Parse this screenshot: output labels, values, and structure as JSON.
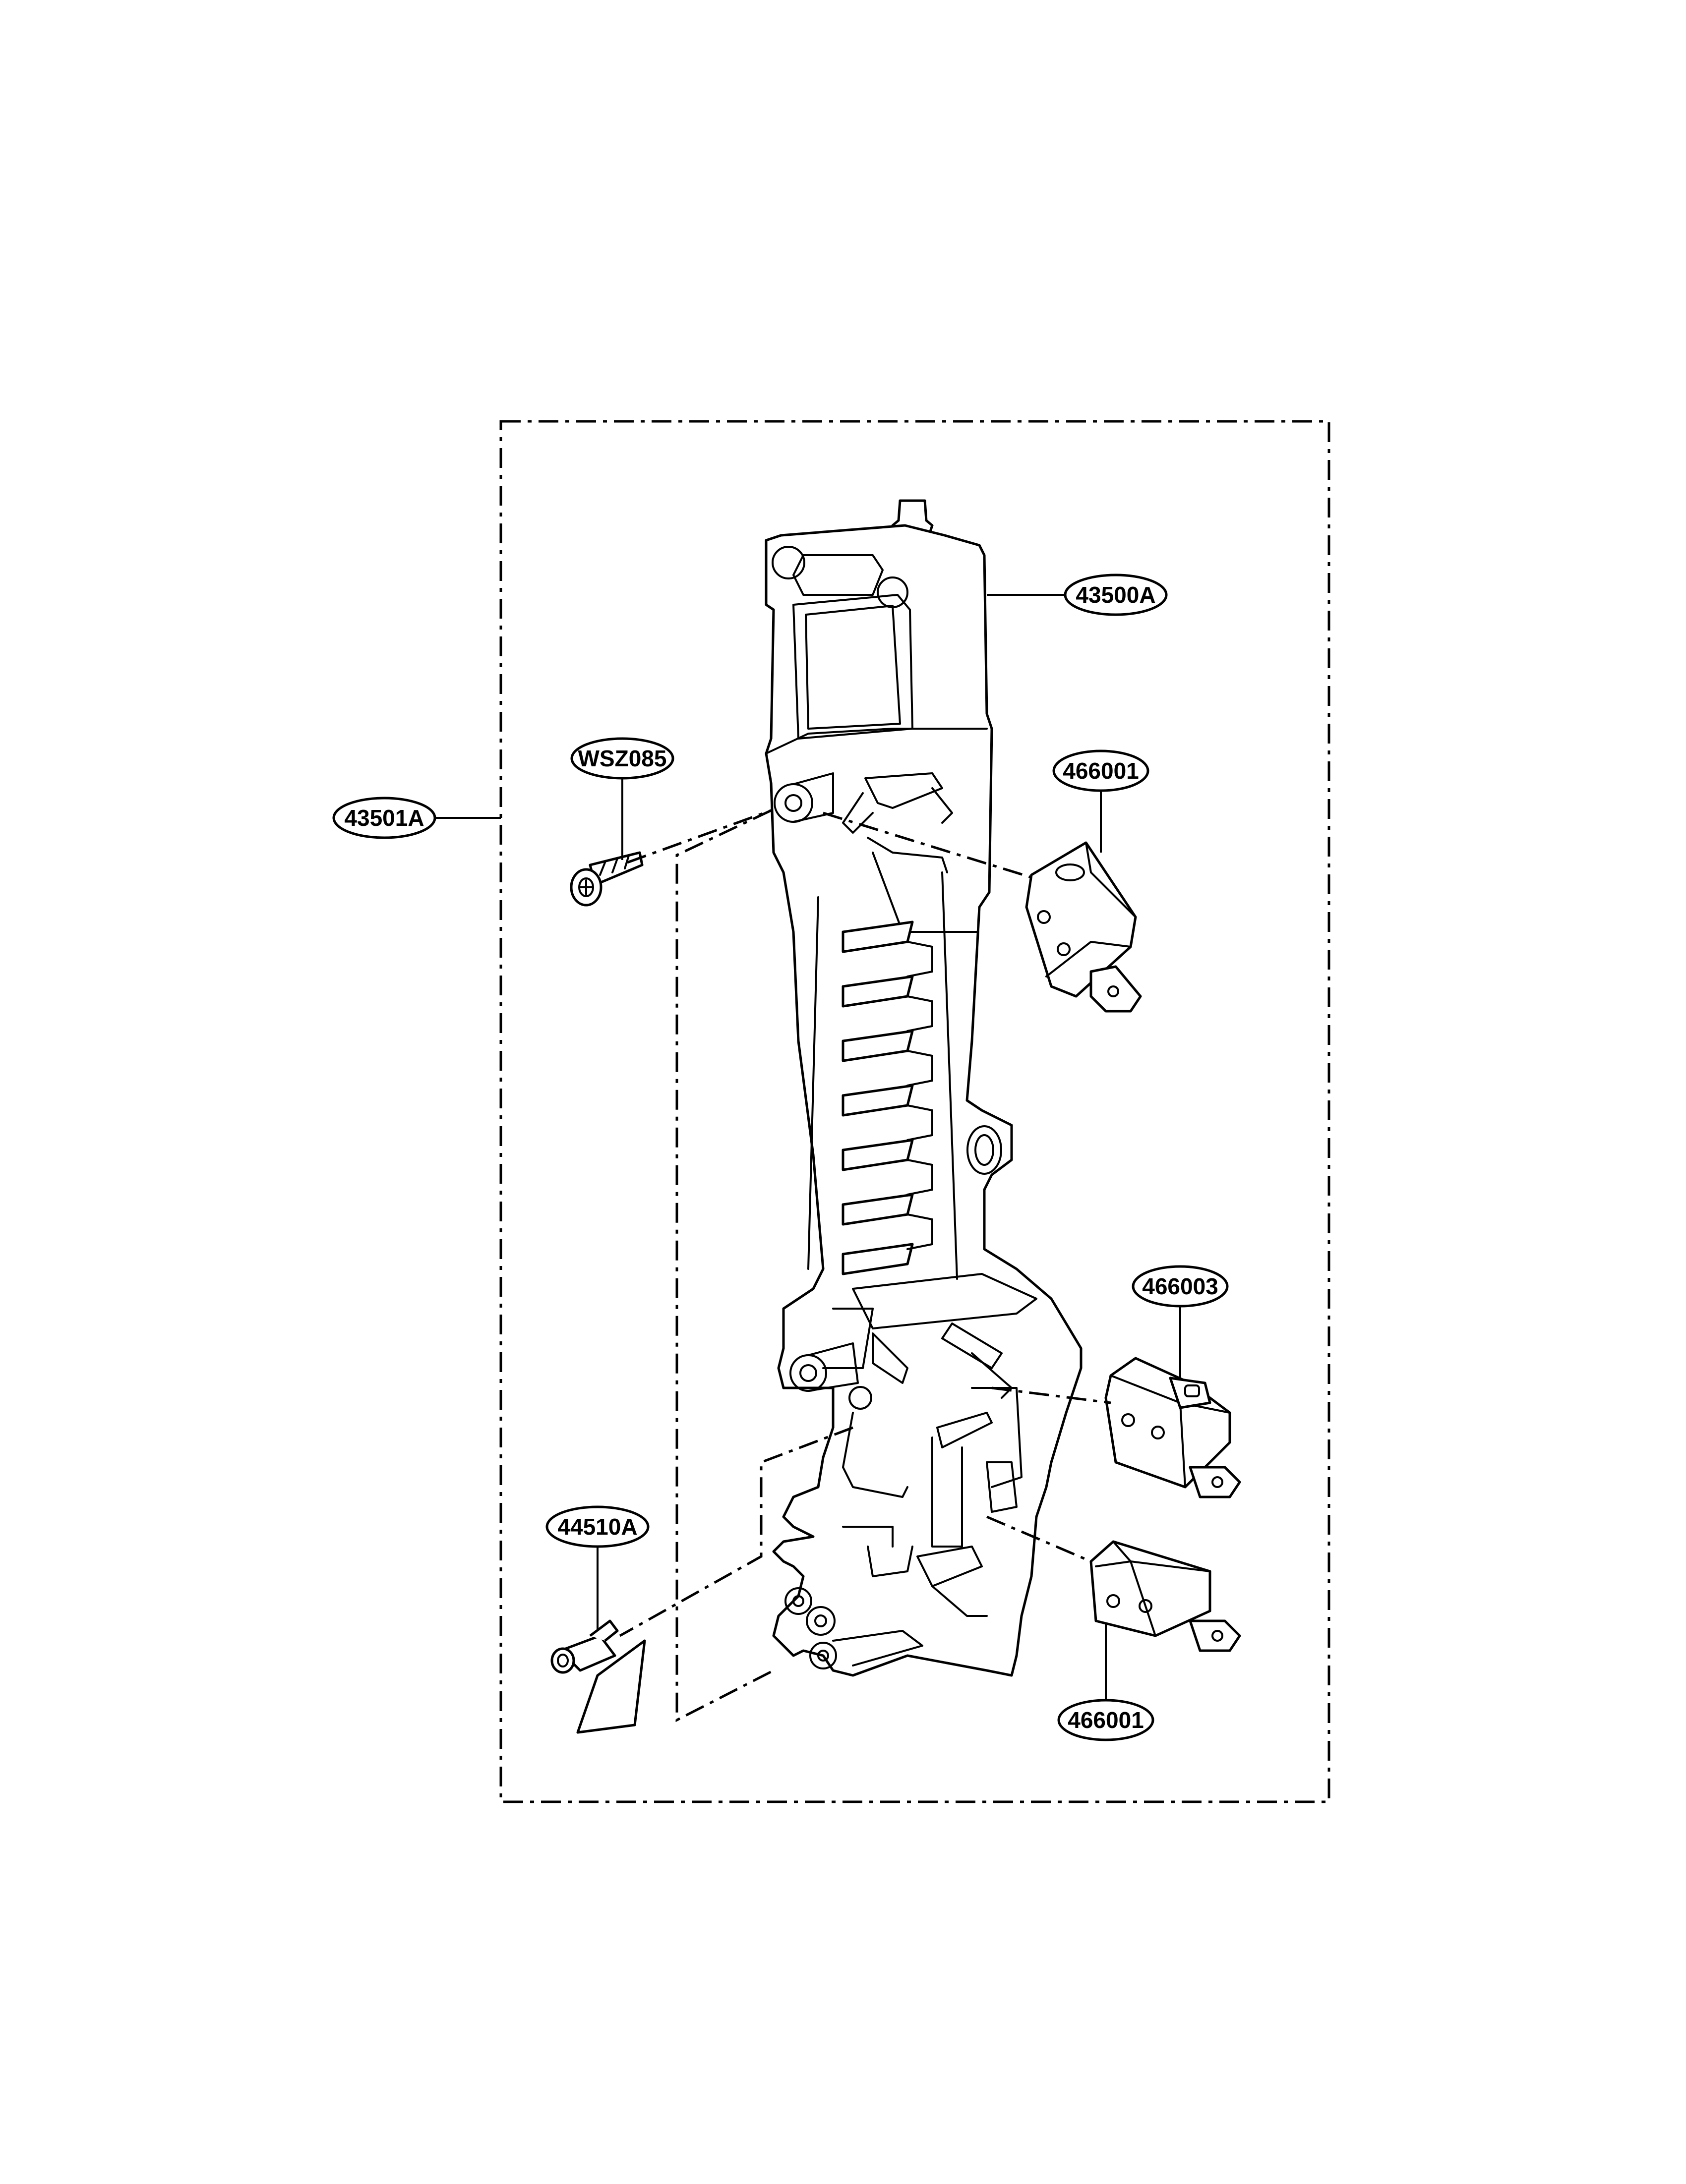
{
  "diagram": {
    "callouts": [
      {
        "id": "assembly",
        "label": "43501A"
      },
      {
        "id": "frame",
        "label": "43500A"
      },
      {
        "id": "screw",
        "label": "WSZ085"
      },
      {
        "id": "switch-upper",
        "label": "466001"
      },
      {
        "id": "switch-middle",
        "label": "466003"
      },
      {
        "id": "lever",
        "label": "44510A"
      },
      {
        "id": "switch-lower",
        "label": "466001"
      }
    ]
  }
}
